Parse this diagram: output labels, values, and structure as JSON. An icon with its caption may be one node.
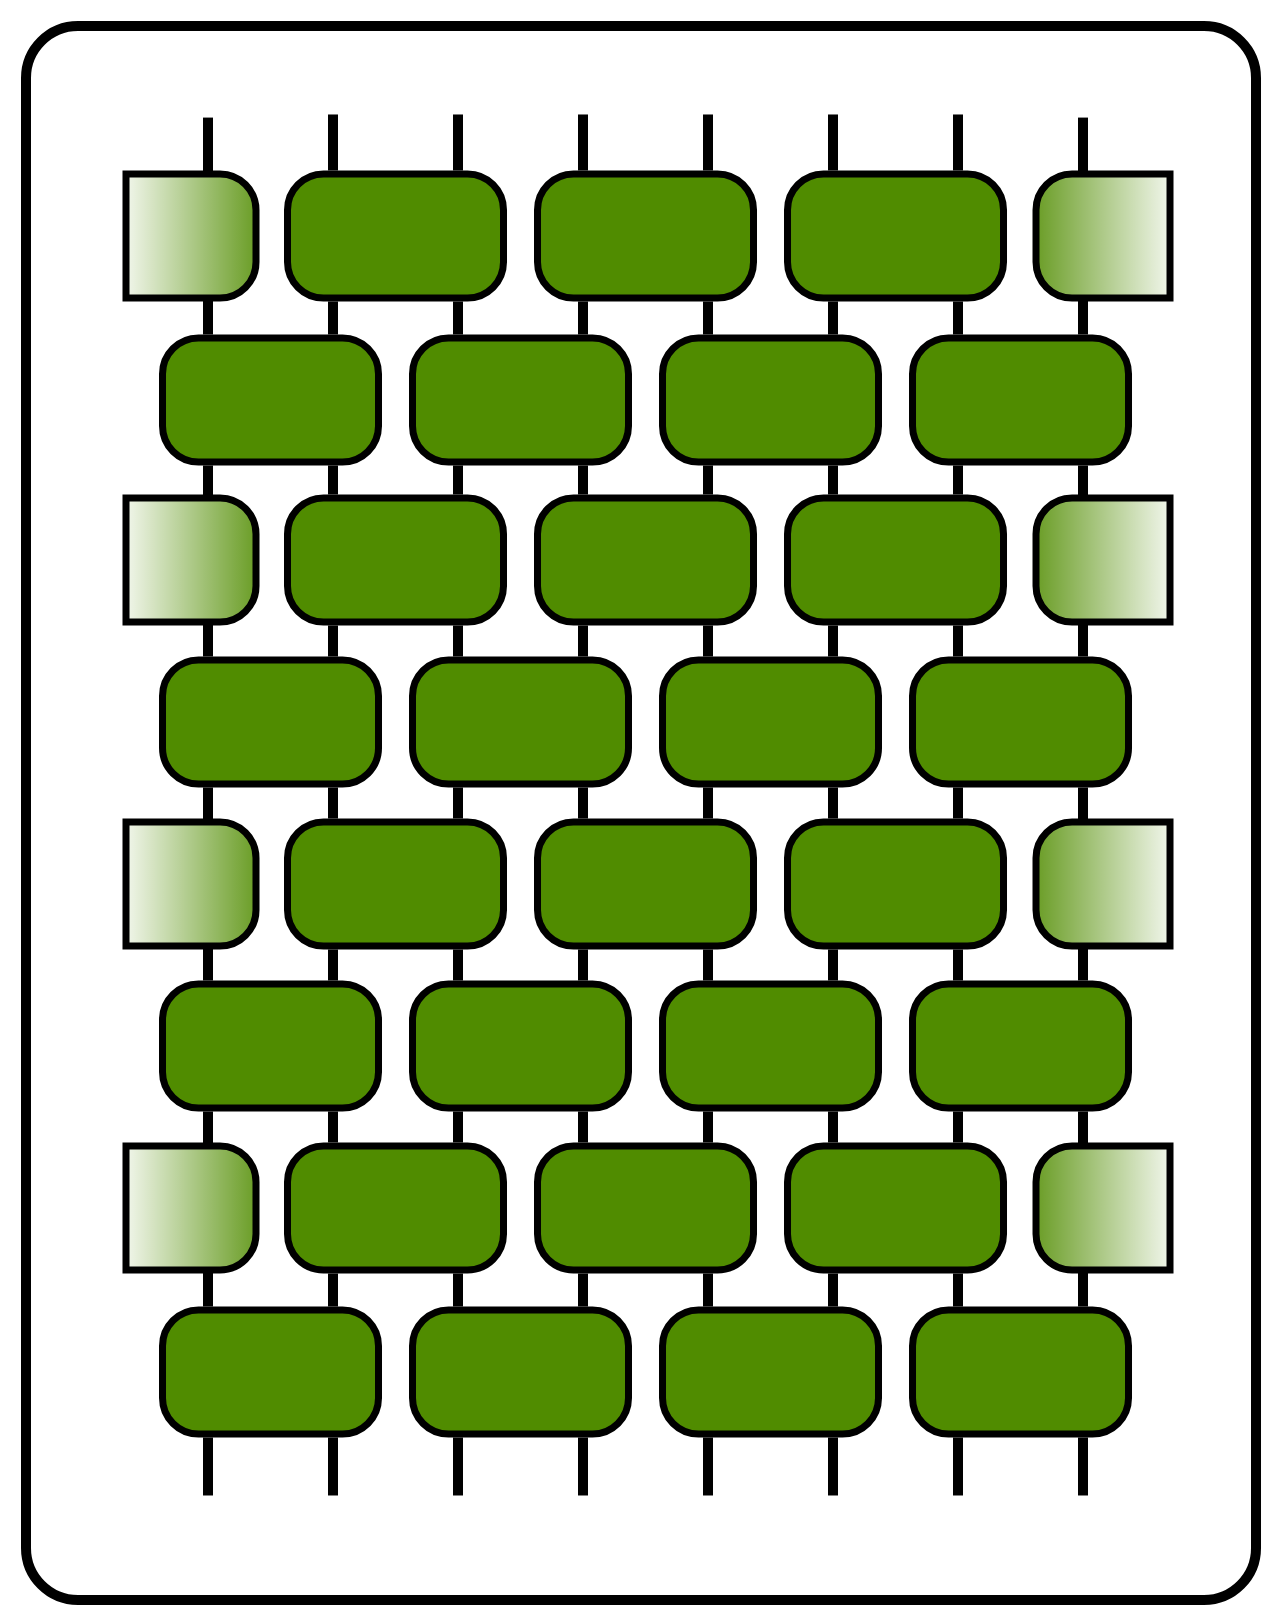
{
  "diagram": {
    "nodes": [
      {
        "text": [],
        "shape": "box"
      },
      {
        "text": [],
        "shape": "box"
      },
      {
        "text": [],
        "shape": "box"
      },
      {
        "text": [],
        "shape": "box"
      },
      {
        "text": [],
        "shape": "box"
      },
      {
        "text": [],
        "shape": "box"
      },
      {
        "text": [],
        "shape": "box"
      },
      {
        "text": [],
        "shape": "box"
      },
      {
        "text": [],
        "shape": "box"
      },
      {
        "text": [],
        "shape": "box"
      },
      {
        "text": [],
        "shape": "box"
      },
      {
        "text": [],
        "shape": "box"
      },
      {
        "text": [],
        "shape": "box"
      },
      {
        "text": [],
        "shape": "box"
      },
      {
        "text": [],
        "shape": "box"
      },
      {
        "text": [],
        "shape": "box"
      },
      {
        "text": [],
        "shape": "box"
      },
      {
        "text": [],
        "shape": "box"
      },
      {
        "text": [],
        "shape": "box"
      },
      {
        "text": [],
        "shape": "box"
      },
      {
        "text": [],
        "shape": "box"
      },
      {
        "text": [],
        "shape": "box"
      },
      {
        "text": [],
        "shape": "box"
      },
      {
        "text": [],
        "shape": "box"
      },
      {
        "text": [],
        "shape": "box"
      },
      {
        "text": [],
        "shape": "box"
      },
      {
        "text": [],
        "shape": "box"
      },
      {
        "text": [],
        "shape": "box"
      },
      {
        "text": [],
        "shape": "box"
      },
      {
        "text": [],
        "shape": "box"
      },
      {
        "text": [],
        "shape": "box"
      },
      {
        "text": [],
        "shape": "box"
      },
      {
        "text": [],
        "shape": "box"
      },
      {
        "text": [],
        "shape": "box"
      },
      {
        "text": [],
        "shape": "box"
      },
      {
        "text": [],
        "shape": "box"
      }
    ],
    "edges": [
      {
        "from": null,
        "to": 0,
        "arrow": "none"
      },
      {
        "from": null,
        "to": 1,
        "arrow": "none"
      },
      {
        "from": null,
        "to": 1,
        "arrow": "none"
      },
      {
        "from": null,
        "to": 2,
        "arrow": "none"
      },
      {
        "from": null,
        "to": 2,
        "arrow": "none"
      },
      {
        "from": null,
        "to": 3,
        "arrow": "none"
      },
      {
        "from": null,
        "to": 3,
        "arrow": "none"
      },
      {
        "from": null,
        "to": 4,
        "arrow": "none"
      },
      {
        "from": 0,
        "to": 5,
        "arrow": "none"
      },
      {
        "from": 1,
        "to": 5,
        "arrow": "none"
      },
      {
        "from": 1,
        "to": 6,
        "arrow": "none"
      },
      {
        "from": 2,
        "to": 6,
        "arrow": "none"
      },
      {
        "from": 2,
        "to": 7,
        "arrow": "none"
      },
      {
        "from": 3,
        "to": 7,
        "arrow": "none"
      },
      {
        "from": 3,
        "to": 8,
        "arrow": "none"
      },
      {
        "from": 4,
        "to": 8,
        "arrow": "none"
      },
      {
        "from": 5,
        "to": 9,
        "arrow": "none"
      },
      {
        "from": 5,
        "to": 10,
        "arrow": "none"
      },
      {
        "from": 6,
        "to": 10,
        "arrow": "none"
      },
      {
        "from": 6,
        "to": 11,
        "arrow": "none"
      },
      {
        "from": 7,
        "to": 11,
        "arrow": "none"
      },
      {
        "from": 7,
        "to": 12,
        "arrow": "none"
      },
      {
        "from": 8,
        "to": 12,
        "arrow": "none"
      },
      {
        "from": 8,
        "to": 13,
        "arrow": "none"
      },
      {
        "from": 9,
        "to": 14,
        "arrow": "none"
      },
      {
        "from": 10,
        "to": 14,
        "arrow": "none"
      },
      {
        "from": 10,
        "to": 15,
        "arrow": "none"
      },
      {
        "from": 11,
        "to": 15,
        "arrow": "none"
      },
      {
        "from": 11,
        "to": 16,
        "arrow": "none"
      },
      {
        "from": 12,
        "to": 16,
        "arrow": "none"
      },
      {
        "from": 12,
        "to": 17,
        "arrow": "none"
      },
      {
        "from": 13,
        "to": 17,
        "arrow": "none"
      },
      {
        "from": 14,
        "to": 18,
        "arrow": "none"
      },
      {
        "from": 14,
        "to": 19,
        "arrow": "none"
      },
      {
        "from": 15,
        "to": 19,
        "arrow": "none"
      },
      {
        "from": 15,
        "to": 20,
        "arrow": "none"
      },
      {
        "from": 16,
        "to": 20,
        "arrow": "none"
      },
      {
        "from": 16,
        "to": 21,
        "arrow": "none"
      },
      {
        "from": 17,
        "to": 21,
        "arrow": "none"
      },
      {
        "from": 17,
        "to": 22,
        "arrow": "none"
      },
      {
        "from": 18,
        "to": 23,
        "arrow": "none"
      },
      {
        "from": 19,
        "to": 23,
        "arrow": "none"
      },
      {
        "from": 19,
        "to": 24,
        "arrow": "none"
      },
      {
        "from": 20,
        "to": 24,
        "arrow": "none"
      },
      {
        "from": 20,
        "to": 25,
        "arrow": "none"
      },
      {
        "from": 21,
        "to": 25,
        "arrow": "none"
      },
      {
        "from": 21,
        "to": 26,
        "arrow": "none"
      },
      {
        "from": 22,
        "to": 26,
        "arrow": "none"
      },
      {
        "from": 23,
        "to": 27,
        "arrow": "none"
      },
      {
        "from": 23,
        "to": 28,
        "arrow": "none"
      },
      {
        "from": 24,
        "to": 28,
        "arrow": "none"
      },
      {
        "from": 24,
        "to": 29,
        "arrow": "none"
      },
      {
        "from": 25,
        "to": 29,
        "arrow": "none"
      },
      {
        "from": 25,
        "to": 30,
        "arrow": "none"
      },
      {
        "from": 26,
        "to": 30,
        "arrow": "none"
      },
      {
        "from": 26,
        "to": 31,
        "arrow": "none"
      },
      {
        "from": 27,
        "to": 32,
        "arrow": "none"
      },
      {
        "from": 28,
        "to": 32,
        "arrow": "none"
      },
      {
        "from": 28,
        "to": 33,
        "arrow": "none"
      },
      {
        "from": 29,
        "to": 33,
        "arrow": "none"
      },
      {
        "from": 29,
        "to": 34,
        "arrow": "none"
      },
      {
        "from": 30,
        "to": 34,
        "arrow": "none"
      },
      {
        "from": 30,
        "to": 35,
        "arrow": "none"
      },
      {
        "from": 31,
        "to": 35,
        "arrow": "none"
      },
      {
        "from": 32,
        "to": null,
        "arrow": "none"
      },
      {
        "from": 32,
        "to": null,
        "arrow": "none"
      },
      {
        "from": 33,
        "to": null,
        "arrow": "none"
      },
      {
        "from": 33,
        "to": null,
        "arrow": "none"
      },
      {
        "from": 34,
        "to": null,
        "arrow": "none"
      },
      {
        "from": 34,
        "to": null,
        "arrow": "none"
      },
      {
        "from": 35,
        "to": null,
        "arrow": "none"
      },
      {
        "from": 35,
        "to": null,
        "arrow": "none"
      }
    ]
  }
}
